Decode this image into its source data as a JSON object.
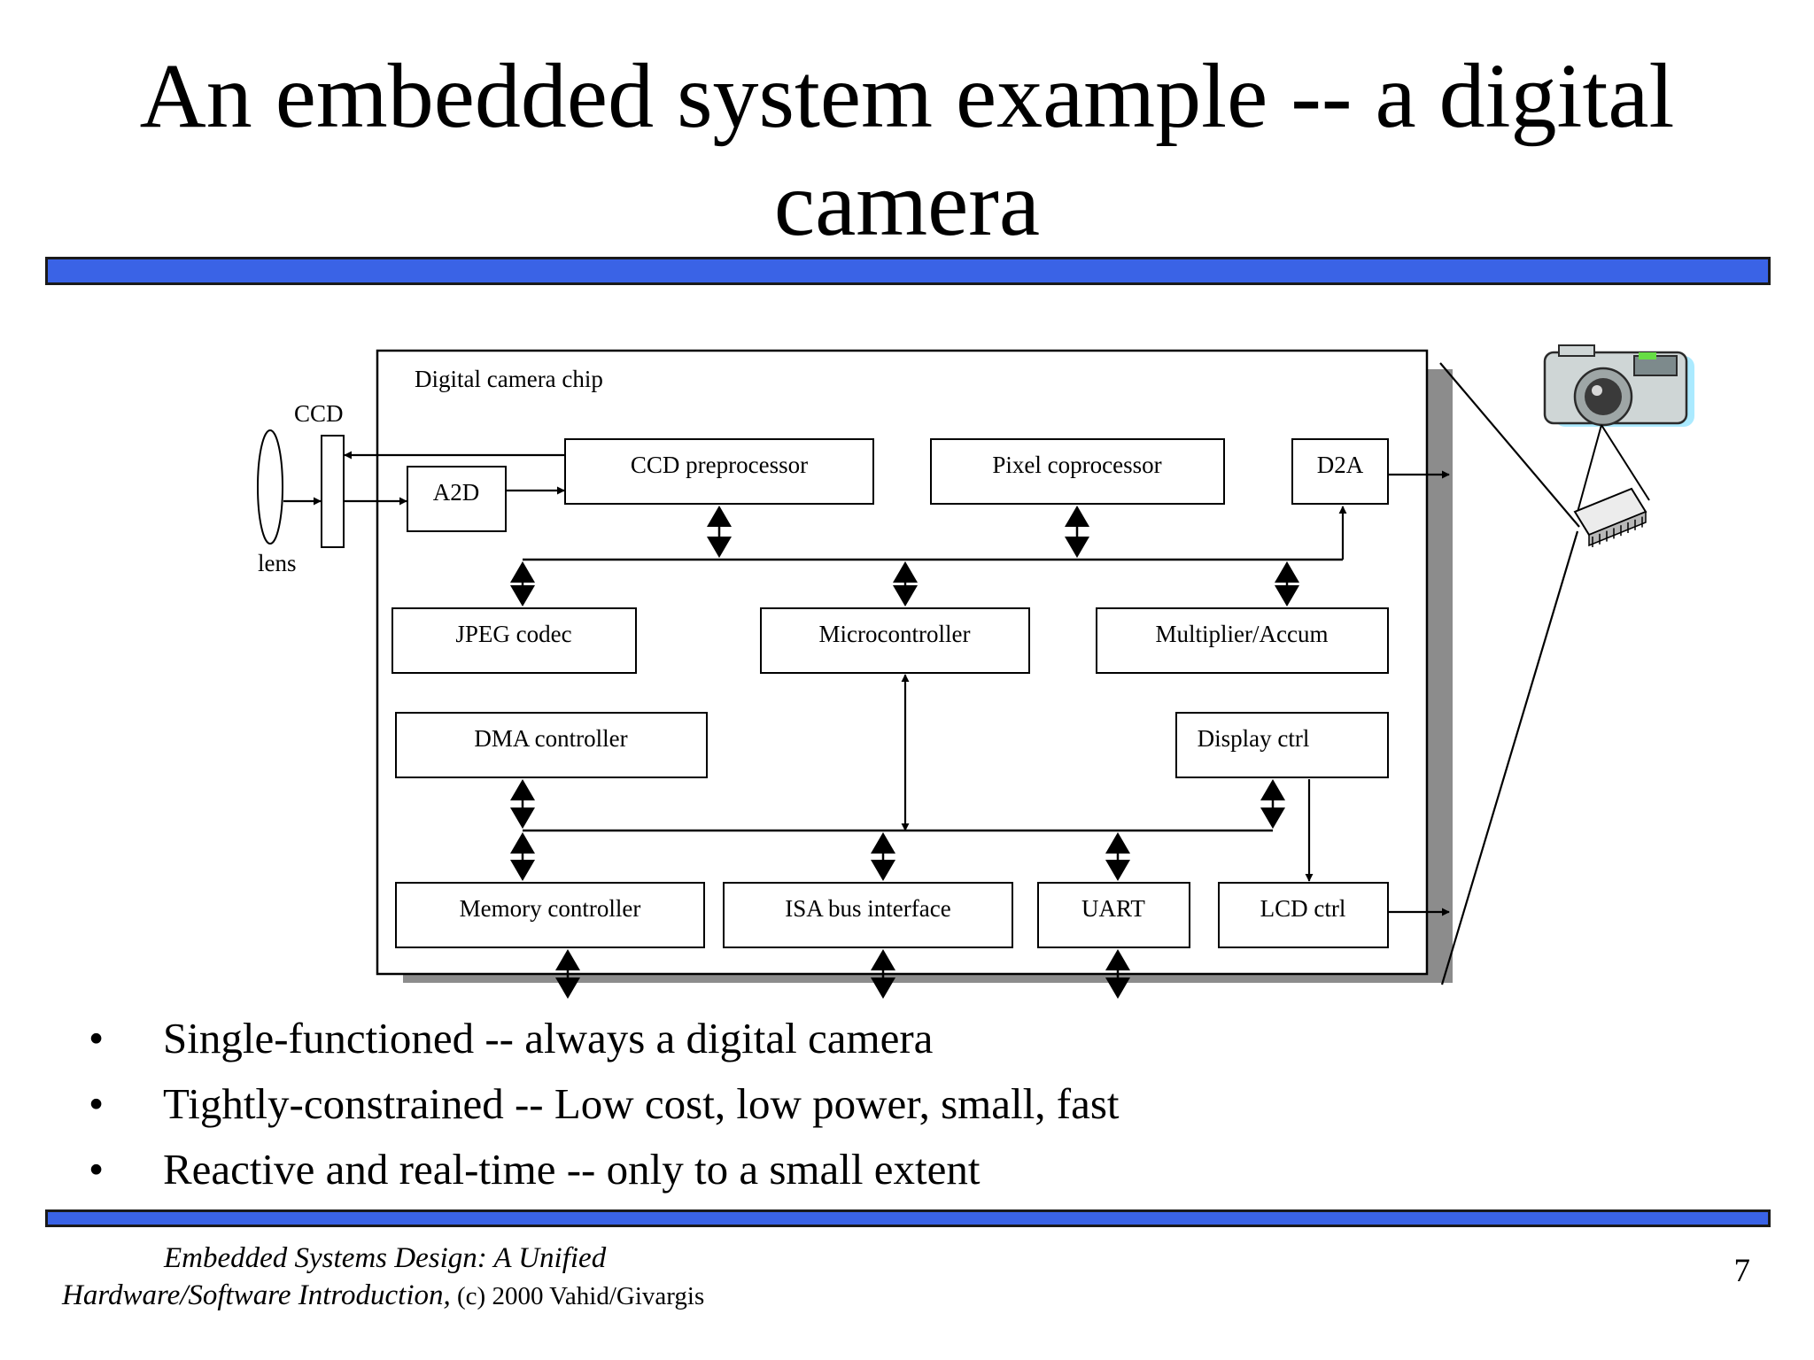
{
  "slide": {
    "title": "An embedded system example -- a digital camera",
    "page_number": "7"
  },
  "diagram": {
    "chip_label": "Digital camera chip",
    "ccd_label": "CCD",
    "lens_label": "lens",
    "blocks": {
      "a2d": "A2D",
      "ccd_pre": "CCD preprocessor",
      "pixel_co": "Pixel coprocessor",
      "d2a": "D2A",
      "jpeg": "JPEG codec",
      "micro": "Microcontroller",
      "mult": "Multiplier/Accum",
      "dma": "DMA controller",
      "display": "Display ctrl",
      "memory": "Memory controller",
      "isa": "ISA bus interface",
      "uart": "UART",
      "lcd": "LCD ctrl"
    }
  },
  "bullets": [
    {
      "marker": "•",
      "text": "Single-functioned -- always a digital camera"
    },
    {
      "marker": "•",
      "text": "Tightly-constrained -- Low cost, low power, small, fast"
    },
    {
      "marker": "•",
      "text": "Reactive and real-time -- only to a small extent"
    }
  ],
  "footer": {
    "line1": "Embedded Systems Design: A Unified",
    "line2_italic": "Hardware/Software Introduction,",
    "line2_plain": " (c) 2000 Vahid/Givargis"
  },
  "colors": {
    "band": "#3a63e6",
    "shadow": "#8c8c8c",
    "camera_body": "#cfd6d6",
    "camera_glow": "#8fe3ff"
  },
  "icons": [
    "camera-icon",
    "chip-icon"
  ]
}
